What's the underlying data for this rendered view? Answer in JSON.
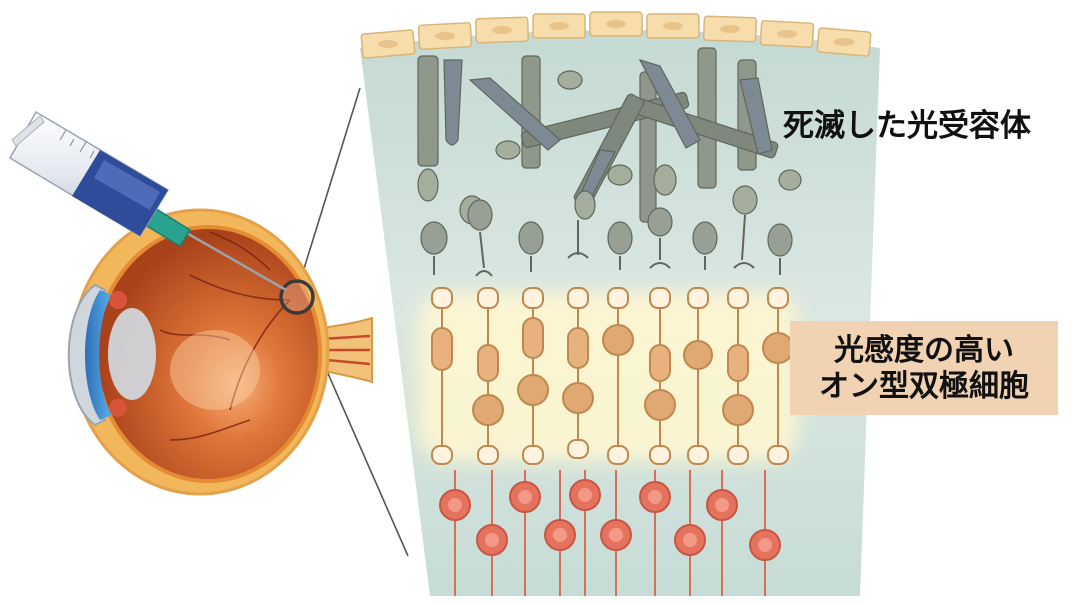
{
  "labels": {
    "dead_photoreceptors": "死滅した光受容体",
    "bipolar_line1": "光感度の高い",
    "bipolar_line2": "オン型双極細胞"
  },
  "colors": {
    "label_box": "#f1d2b2",
    "retina_bg": "#c9dcd5",
    "epithelium": "#f6ddab",
    "dead_cell": "#8d968a",
    "bipolar_cell": "#e0a872",
    "glow": "#fff6cf",
    "ganglion_cell": "#e5725d",
    "eye_interior": "#c4561d",
    "lens": "#3f8fd2"
  },
  "icons": {
    "syringe": "syringe-icon",
    "eye": "eye-icon"
  }
}
